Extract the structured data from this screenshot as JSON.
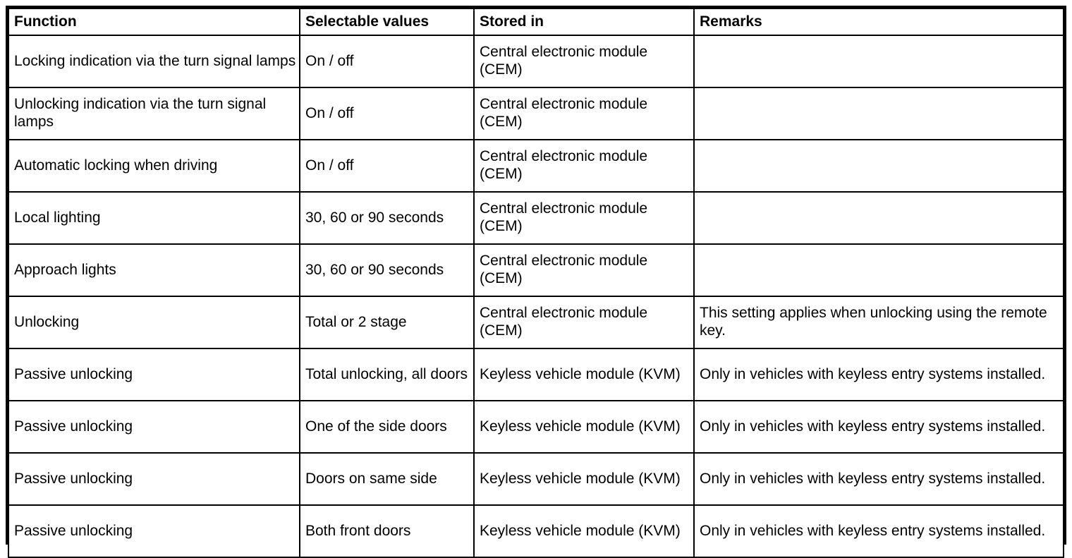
{
  "colors": {
    "border": "#000000",
    "text": "#000000",
    "background": "#ffffff"
  },
  "table": {
    "headers": {
      "function": "Function",
      "selectable_values": "Selectable values",
      "stored_in": "Stored in",
      "remarks": "Remarks"
    },
    "rows": [
      {
        "function": "Locking indication via the turn signal lamps",
        "selectable_values": "On / off",
        "stored_in": "Central electronic module (CEM)",
        "remarks": ""
      },
      {
        "function": "Unlocking indication via the turn signal lamps",
        "selectable_values": "On / off",
        "stored_in": "Central electronic module (CEM)",
        "remarks": ""
      },
      {
        "function": "Automatic locking when driving",
        "selectable_values": "On / off",
        "stored_in": "Central electronic module (CEM)",
        "remarks": ""
      },
      {
        "function": "Local lighting",
        "selectable_values": "30, 60 or 90 seconds",
        "stored_in": "Central electronic module (CEM)",
        "remarks": ""
      },
      {
        "function": "Approach lights",
        "selectable_values": "30, 60 or 90 seconds",
        "stored_in": "Central electronic module (CEM)",
        "remarks": ""
      },
      {
        "function": "Unlocking",
        "selectable_values": "Total or 2 stage",
        "stored_in": "Central electronic module (CEM)",
        "remarks": "This setting applies when unlocking using the remote key."
      },
      {
        "function": "Passive unlocking",
        "selectable_values": "Total unlocking, all doors",
        "stored_in": "Keyless vehicle module (KVM)",
        "remarks": "Only in vehicles with keyless entry systems installed."
      },
      {
        "function": "Passive unlocking",
        "selectable_values": "One of the side doors",
        "stored_in": "Keyless vehicle module (KVM)",
        "remarks": "Only in vehicles with keyless entry systems installed."
      },
      {
        "function": "Passive unlocking",
        "selectable_values": "Doors on same side",
        "stored_in": "Keyless vehicle module (KVM)",
        "remarks": "Only in vehicles with keyless entry systems installed."
      },
      {
        "function": "Passive unlocking",
        "selectable_values": "Both front doors",
        "stored_in": "Keyless vehicle module (KVM)",
        "remarks": "Only in vehicles with keyless entry systems installed."
      }
    ]
  }
}
